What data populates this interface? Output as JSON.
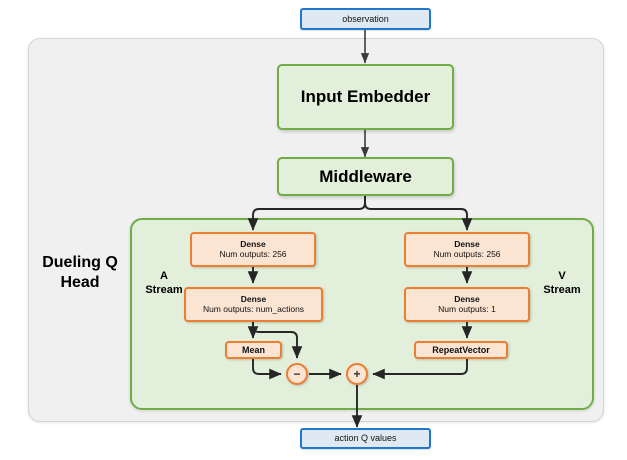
{
  "diagram": {
    "title_label": "Dueling Q Head",
    "inputs": [
      {
        "name": "observation",
        "label": "observation"
      }
    ],
    "outputs": [
      {
        "name": "action-q-values",
        "label": "action Q values"
      }
    ],
    "main_blocks": [
      {
        "name": "input-embedder",
        "label": "Input Embedder"
      },
      {
        "name": "middleware",
        "label": "Middleware"
      }
    ],
    "streams": [
      {
        "name": "a-stream",
        "label_line1": "A",
        "label_line2": "Stream",
        "nodes": [
          {
            "name": "a-dense-256",
            "line1": "Dense",
            "line2": "Num outputs: 256"
          },
          {
            "name": "a-dense-actions",
            "line1": "Dense",
            "line2": "Num outputs: num_actions"
          },
          {
            "name": "mean",
            "line1": "Mean",
            "line2": ""
          }
        ]
      },
      {
        "name": "v-stream",
        "label_line1": "V",
        "label_line2": "Stream",
        "nodes": [
          {
            "name": "v-dense-256",
            "line1": "Dense",
            "line2": "Num outputs: 256"
          },
          {
            "name": "v-dense-1",
            "line1": "Dense",
            "line2": "Num outputs: 1"
          },
          {
            "name": "repeat-vector",
            "line1": "RepeatVector",
            "line2": ""
          }
        ]
      }
    ],
    "operators": [
      {
        "name": "subtract-operator",
        "symbol": "−"
      },
      {
        "name": "add-operator",
        "symbol": "+"
      }
    ],
    "colors": {
      "io_border": "#2077cc",
      "io_fill": "#dfe9f3",
      "green_border": "#70ad47",
      "green_fill": "#e2efda",
      "orange_border": "#ed7d31",
      "orange_fill": "#fce4d2",
      "outer_fill": "#f0f0f0",
      "wire": "#262626"
    }
  }
}
